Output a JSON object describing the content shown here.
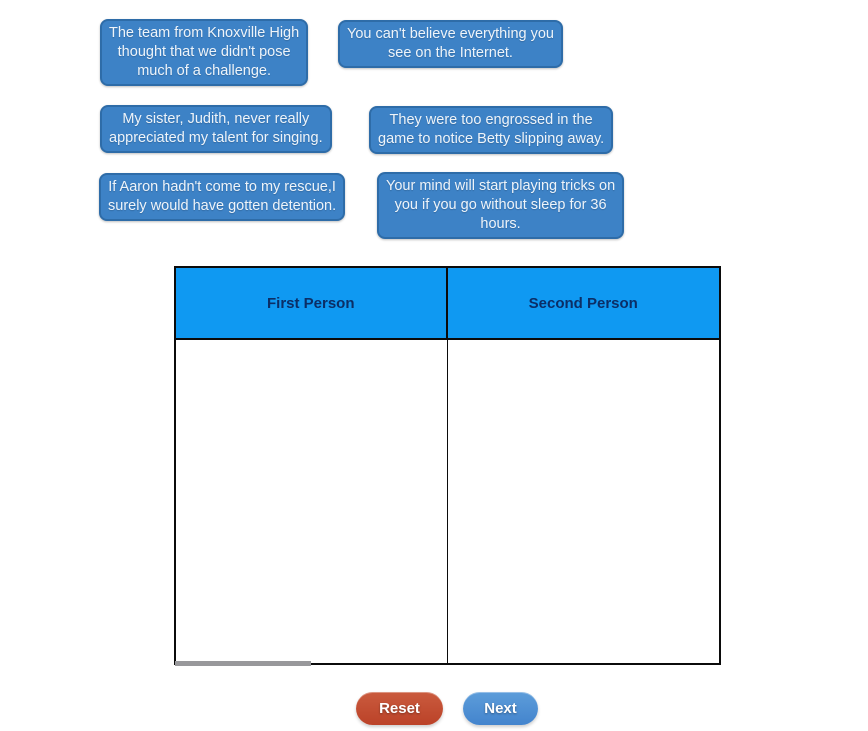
{
  "cards": [
    {
      "text": "The team from Knoxville High\nthought that we didn't pose\nmuch of a challenge."
    },
    {
      "text": "You can't believe everything you\nsee on the Internet."
    },
    {
      "text": "My sister, Judith, never really\nappreciated my talent for singing."
    },
    {
      "text": "They were too engrossed in the\ngame to notice Betty slipping away."
    },
    {
      "text": "If Aaron hadn't come to my rescue,I\nsurely would have gotten detention."
    },
    {
      "text": "Your mind will start playing tricks on\nyou if you go without sleep for 36\nhours."
    }
  ],
  "table": {
    "headers": [
      "First Person",
      "Second Person"
    ]
  },
  "buttons": {
    "reset": "Reset",
    "next": "Next"
  },
  "colors": {
    "card_bg": "#3d82c6",
    "card_border": "#2e6ca8",
    "table_header_bg": "#0f99f2",
    "table_header_text": "#0b2e66",
    "table_border": "#0b0b0b",
    "reset_button_bg": "#bf4a2e",
    "next_button_bg": "#4a90d4",
    "scroll_thumb": "#98989b"
  }
}
